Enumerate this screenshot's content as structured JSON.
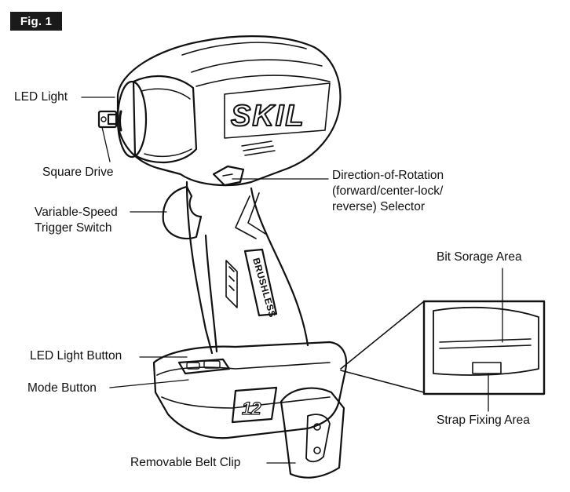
{
  "figure": {
    "badge": "Fig. 1"
  },
  "tool": {
    "brand": "SKIL",
    "motor_label": "BRUSHLESS",
    "voltage_badge": "12"
  },
  "labels": {
    "led_light": "LED Light",
    "square_drive": "Square Drive",
    "trigger_line1": "Variable-Speed",
    "trigger_line2": "Trigger Switch",
    "direction_line1": "Direction-of-Rotation",
    "direction_line2": "(forward/center-lock/",
    "direction_line3": "reverse) Selector",
    "bit_storage": "Bit Sorage Area",
    "led_button": "LED Light Button",
    "mode_button": "Mode Button",
    "strap_area": "Strap Fixing Area",
    "belt_clip": "Removable Belt Clip"
  }
}
